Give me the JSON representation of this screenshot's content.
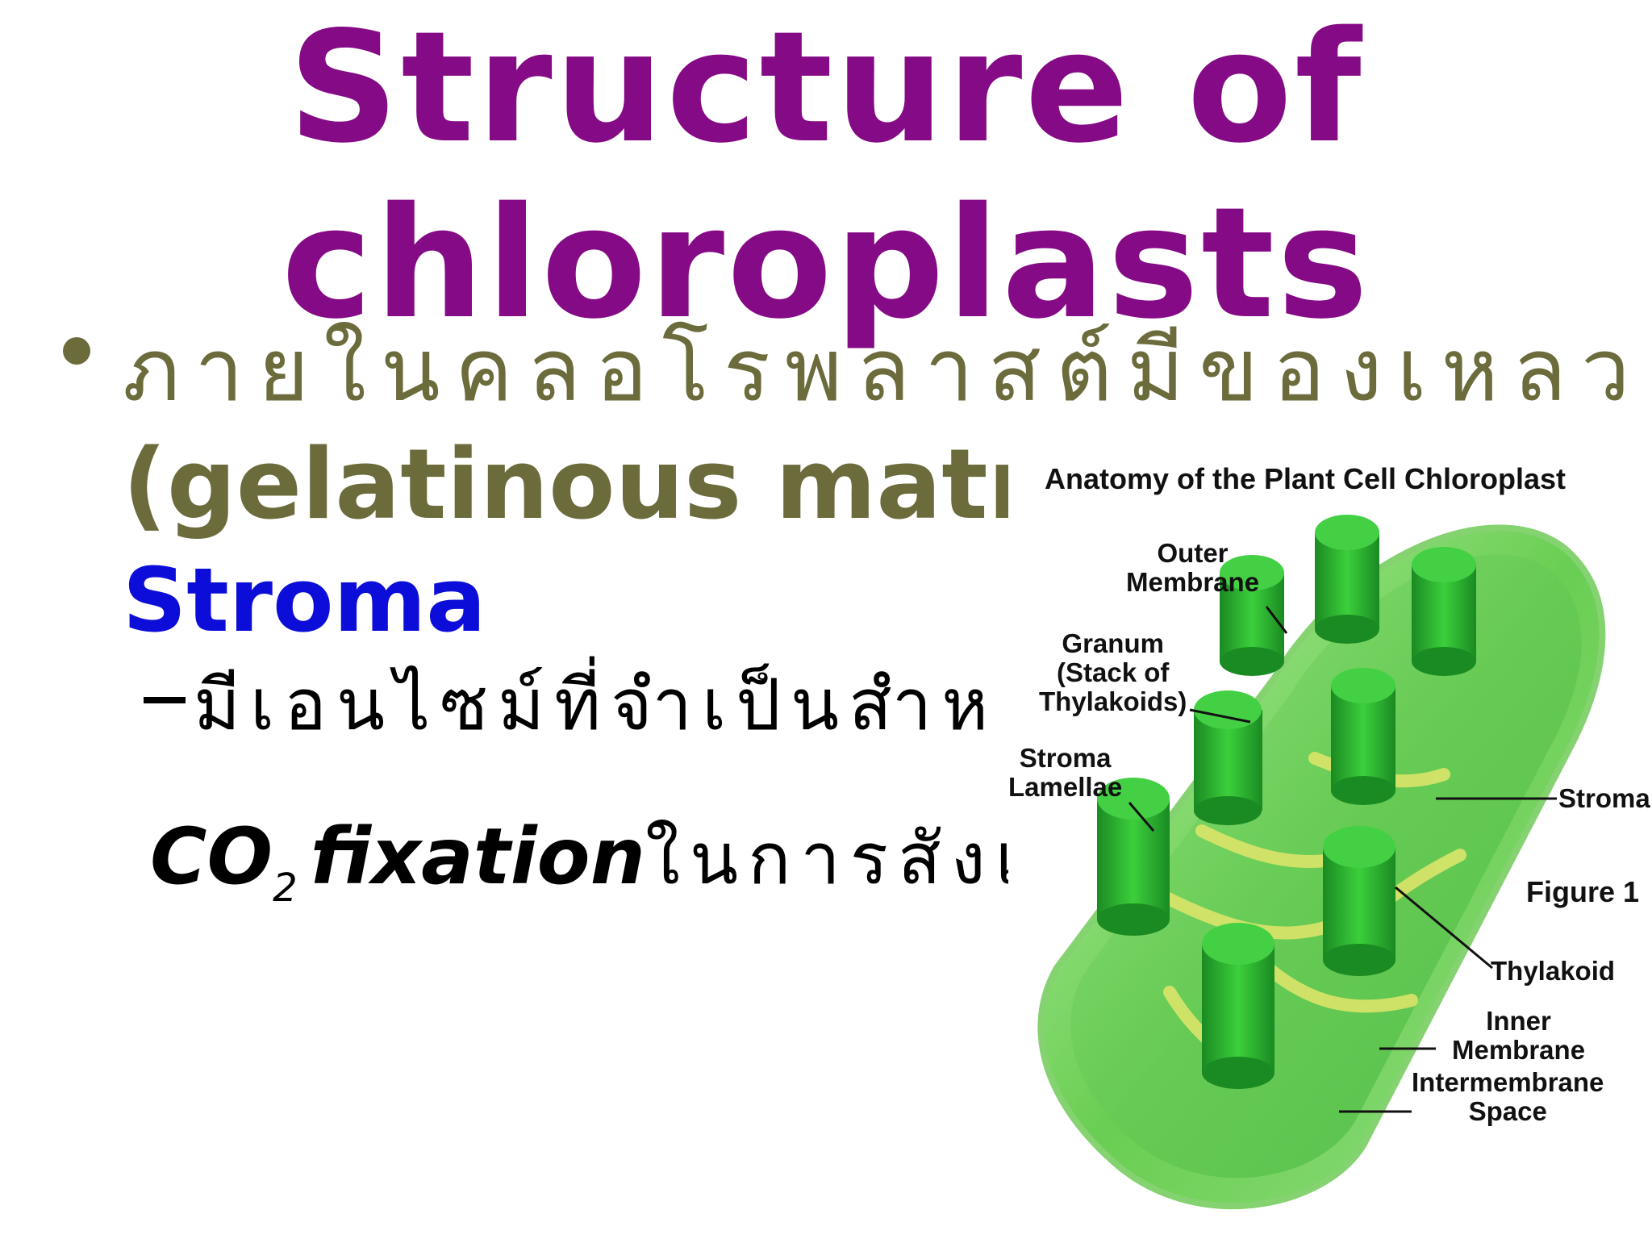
{
  "slide": {
    "title_line1": "Structure of",
    "title_line2": "chloroplasts",
    "bullet": {
      "thai_text": "ภายในคลอโรพลาสต์มีของเหลว",
      "gelatinous_text": "(gelatinous matri",
      "stroma_text": "Stroma"
    },
    "sub_bullet": {
      "thai_text": "มีเอนไซม์ที่จำเป็นสำห",
      "co2_main": "CO",
      "co2_sub": "2",
      "fixation_text": "fixation",
      "thai_tail": "ในการสังเ"
    }
  },
  "figure": {
    "title": "Anatomy of the Plant Cell Chloroplast",
    "labels": {
      "outer_membrane": "Outer\nMembrane",
      "granum": "Granum\n(Stack of\nThylakoids)",
      "stroma_lamellae": "Stroma\nLamellae",
      "stroma": "Stroma",
      "figure_number": "Figure 1",
      "thylakoid": "Thylakoid",
      "inner_membrane": "Inner\nMembrane",
      "intermembrane_space": "Intermembrane\nSpace"
    },
    "colors": {
      "outer": "#5fc94a",
      "inner": "#3fb53a",
      "granum": "#22a02a",
      "lamellae": "#d9e26a"
    }
  },
  "colors": {
    "title": "#850a85",
    "body_text": "#6b6b3b",
    "stroma_word": "#0d0dd9"
  }
}
